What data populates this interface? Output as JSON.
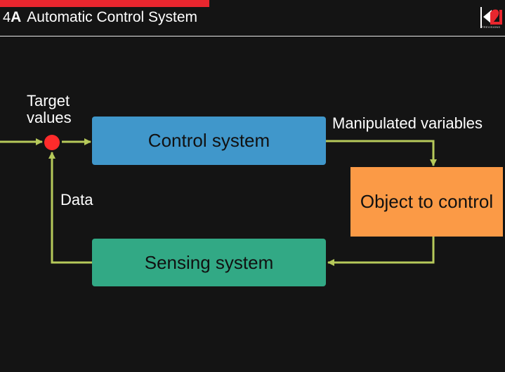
{
  "header": {
    "section_number": "4",
    "section_letter": "A",
    "title": "Automatic Control System",
    "logo_text": "TREVISIONS",
    "accent_color": "#e8262e"
  },
  "diagram": {
    "input_label_line1": "Target",
    "input_label_line2": "values",
    "control_box": "Control system",
    "manipulated_label": "Manipulated variables",
    "object_box": "Object to control",
    "sensing_box": "Sensing system",
    "data_label": "Data",
    "colors": {
      "control": "#4097cb",
      "object": "#fb9a46",
      "sensing": "#32a985",
      "summing_point": "#ff2b2b",
      "arrows": "#b6c95a"
    }
  }
}
